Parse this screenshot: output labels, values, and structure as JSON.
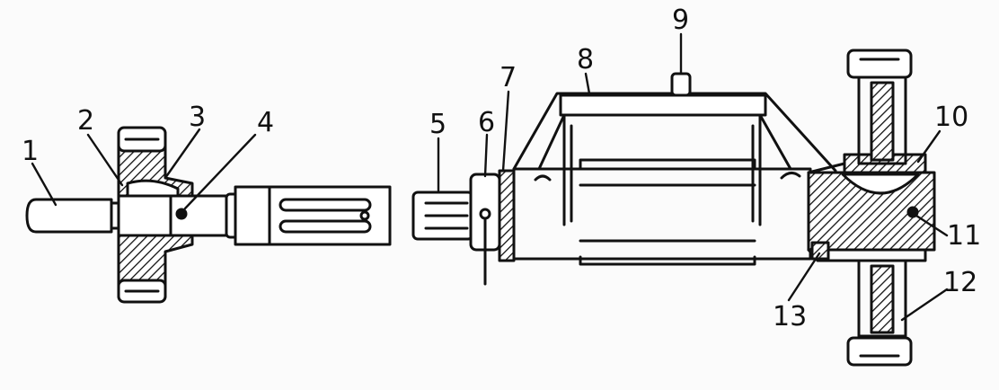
{
  "diagram": {
    "callouts": [
      {
        "id": "c1",
        "text": "1"
      },
      {
        "id": "c2",
        "text": "2"
      },
      {
        "id": "c3",
        "text": "3"
      },
      {
        "id": "c4",
        "text": "4"
      },
      {
        "id": "c5",
        "text": "5"
      },
      {
        "id": "c6",
        "text": "6"
      },
      {
        "id": "c7",
        "text": "7"
      },
      {
        "id": "c8",
        "text": "8"
      },
      {
        "id": "c9",
        "text": "9"
      },
      {
        "id": "c10",
        "text": "10"
      },
      {
        "id": "c11",
        "text": "11"
      },
      {
        "id": "c12",
        "text": "12"
      },
      {
        "id": "c13",
        "text": "13"
      }
    ],
    "colors": {
      "ink": "#111111",
      "paper": "#fbfbfb"
    }
  }
}
